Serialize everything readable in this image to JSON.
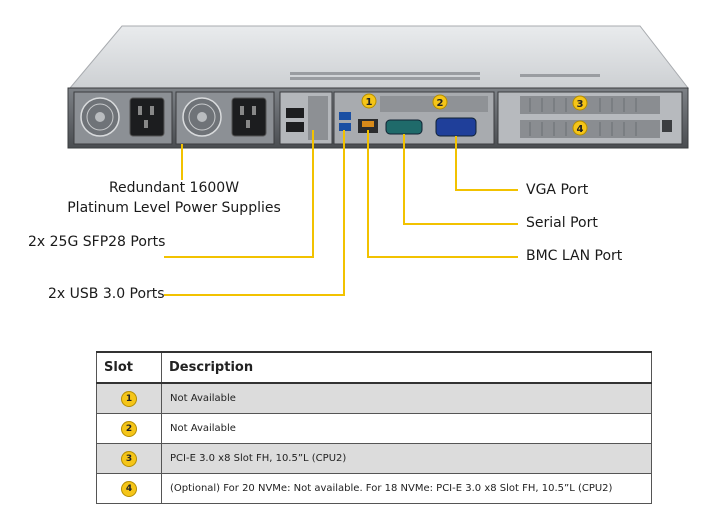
{
  "callouts": {
    "psu_line1": "Redundant 1600W",
    "psu_line2": "Platinum Level Power Supplies",
    "sfp": "2x 25G SFP28 Ports",
    "usb": "2x USB 3.0 Ports",
    "vga": "VGA Port",
    "serial": "Serial Port",
    "bmc": "BMC LAN Port"
  },
  "slot_markers": [
    "1",
    "2",
    "3",
    "4"
  ],
  "table": {
    "headers": {
      "slot": "Slot",
      "description": "Description"
    },
    "rows": [
      {
        "slot": "1",
        "description": "Not Available"
      },
      {
        "slot": "2",
        "description": "Not Available"
      },
      {
        "slot": "3",
        "description": "PCI-E 3.0 x8 Slot FH, 10.5”L (CPU2)"
      },
      {
        "slot": "4",
        "description": "(Optional) For 20 NVMe: Not available. For 18 NVMe: PCI-E 3.0 x8 Slot FH, 10.5”L (CPU2)"
      }
    ]
  },
  "colors": {
    "callout_line": "#f2c200",
    "marker": "#f5c518",
    "chassis": "#d4d6d8",
    "row_shade": "#dcdcdc"
  }
}
